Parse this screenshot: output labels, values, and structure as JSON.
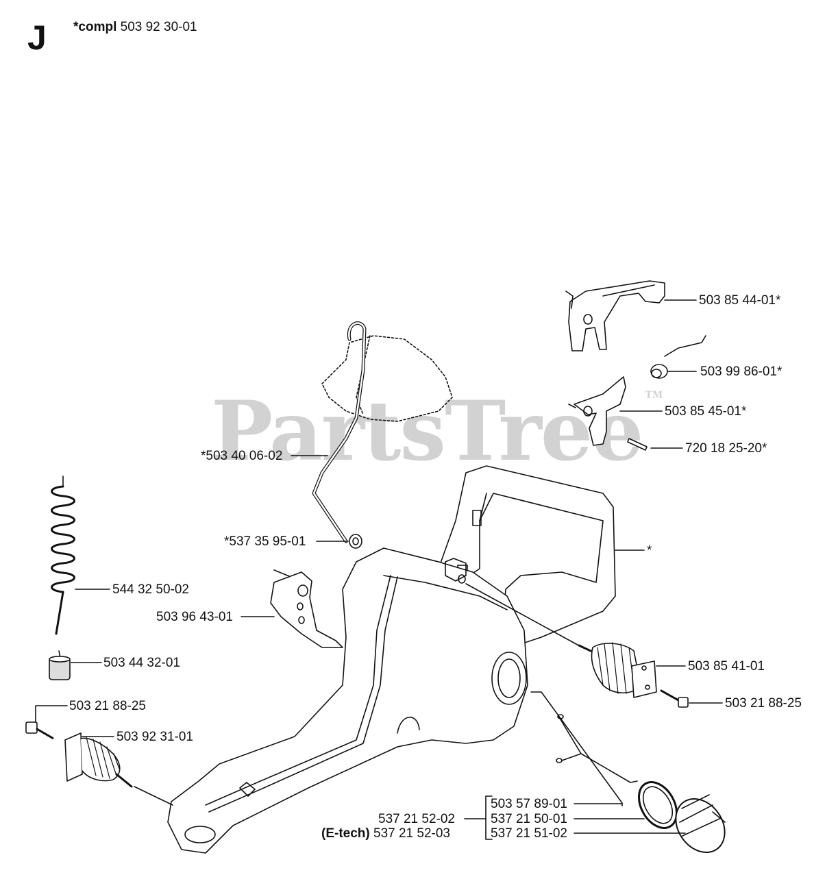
{
  "header": {
    "section_letter": "J",
    "compl_prefix": "*compl",
    "compl_number": "503 92 30-01"
  },
  "watermark": {
    "text": "PartsTree",
    "tm": "TM"
  },
  "parts": {
    "handle_lever": "503 85 44-01*",
    "spring_small": "503 99 86-01*",
    "throttle_trigger": "503 85 45-01*",
    "pin": "720 18 25-20*",
    "rear_handle": "*",
    "fuel_hose": "*503 40 06-02",
    "hose_fitting": "*537 35 95-01",
    "coil_hose": "544 32 50-02",
    "bracket": "503 96 43-01",
    "fuel_filter": "503 44 32-01",
    "screw_left": "503 21 88-25",
    "av_spring_left": "503 92 31-01",
    "av_spring_right": "503 85 41-01",
    "screw_right": "503 21 88-25",
    "tank_cap_a": "503 57 89-01",
    "tank_cap_b": "537 21 50-01",
    "tank_cap_c": "537 21 51-02",
    "tank_cap_alt": "537 21 52-02",
    "etech_prefix": "(E-tech)",
    "etech_number": "537 21 52-03"
  },
  "colors": {
    "line": "#111111",
    "watermark": "#d2d2d2"
  }
}
